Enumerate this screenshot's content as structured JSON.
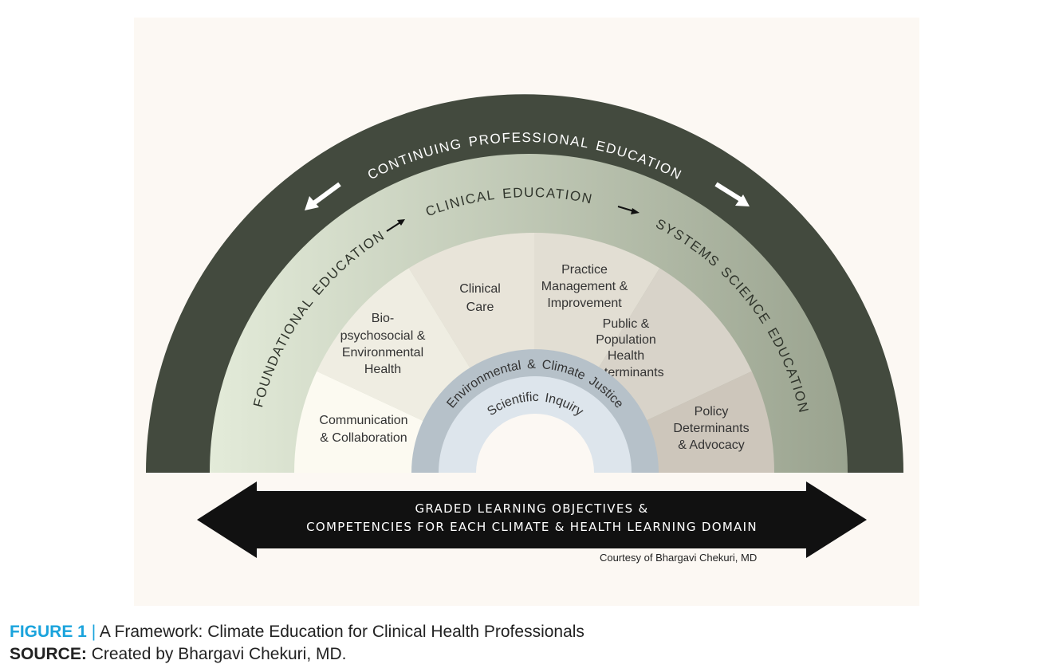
{
  "outer_band": {
    "label": "CONTINUING PROFESSIONAL EDUCATION",
    "color": "#434a3e"
  },
  "middle_band": {
    "left_label": "FOUNDATIONAL EDUCATION",
    "top_label": "CLINICAL EDUCATION",
    "right_label": "SYSTEMS SCIENCE EDUCATION",
    "gradient": [
      "#e3ebd9",
      "#9aa38f"
    ]
  },
  "domains": [
    {
      "lines": [
        "Communication",
        "& Collaboration"
      ],
      "color": "#fcfaf1"
    },
    {
      "lines": [
        "Bio-",
        "psychosocial &",
        "Environmental",
        "Health"
      ],
      "color": "#efede2"
    },
    {
      "lines": [
        "Clinical",
        "Care"
      ],
      "color": "#e8e4d9"
    },
    {
      "lines": [
        "Practice",
        "Management &",
        "Improvement"
      ],
      "color": "#e2ded3"
    },
    {
      "lines": [
        "Public &",
        "Population",
        "Health",
        "Determinants"
      ],
      "color": "#d8d3c9"
    },
    {
      "lines": [
        "Policy",
        "Determinants",
        "& Advocacy"
      ],
      "color": "#cdc6bb"
    }
  ],
  "inner_rings": {
    "outer_label": "Environmental & Climate Justice",
    "inner_label": "Scientific Inquiry",
    "outer_color": "#b6c1c9",
    "inner_color": "#dde5ec"
  },
  "bottom_arrow": {
    "line1": "GRADED LEARNING OBJECTIVES &",
    "line2": "COMPETENCIES FOR EACH CLIMATE & HEALTH LEARNING DOMAIN"
  },
  "courtesy": "Courtesy of Bhargavi Chekuri, MD",
  "caption": {
    "figure_label": "FIGURE 1",
    "separator": "|",
    "title": "A Framework: Climate Education for Clinical Health Professionals",
    "source_label": "SOURCE:",
    "source_text": "Created by Bhargavi Chekuri, MD."
  }
}
